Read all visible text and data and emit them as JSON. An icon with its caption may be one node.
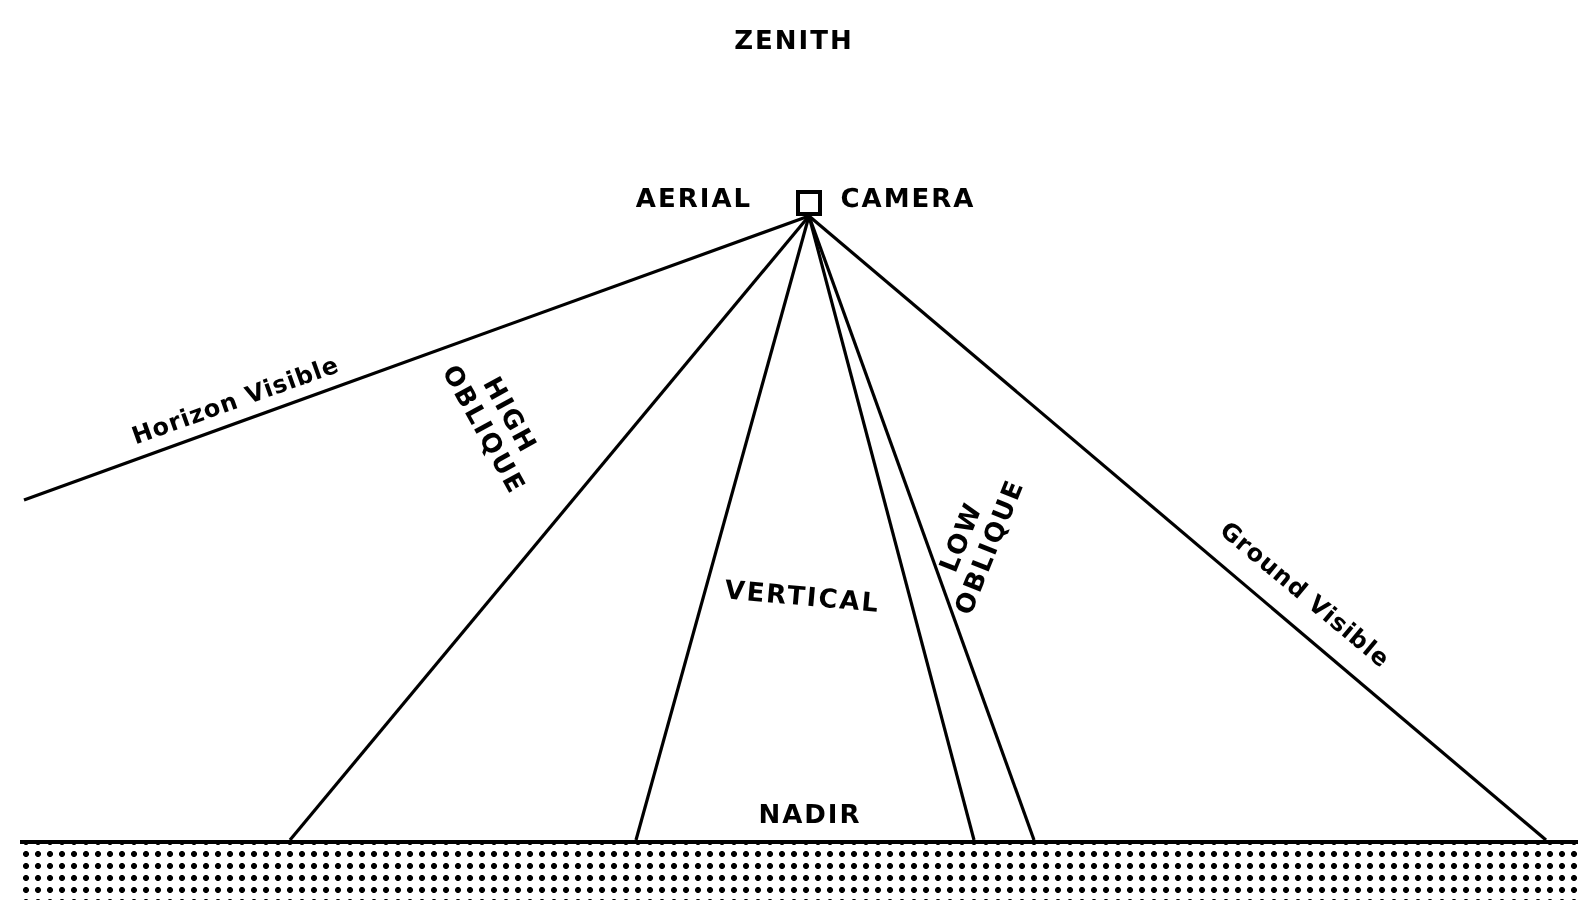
{
  "diagram": {
    "nodes": [
      {
        "text": [],
        "shape": "box",
        "beside": [
          "AERIAL",
          "CAMERA"
        ]
      },
      {
        "text": [],
        "shape": "bar"
      }
    ],
    "edges": [
      {
        "from": 0,
        "to": null,
        "arrow": "none",
        "label": "Horizon Visible"
      },
      {
        "from": 0,
        "to": 1,
        "arrow": "none"
      },
      {
        "from": 0,
        "to": 1,
        "arrow": "none"
      },
      {
        "from": 0,
        "to": 1,
        "arrow": "none"
      },
      {
        "from": 0,
        "to": 1,
        "arrow": "none"
      },
      {
        "from": 0,
        "to": 1,
        "arrow": "none",
        "label": "Ground Visible"
      }
    ],
    "labels": [
      "ZENITH",
      "HIGH OBLIQUE",
      "VERTICAL",
      "LOW OBLIQUE",
      "NADIR"
    ]
  }
}
